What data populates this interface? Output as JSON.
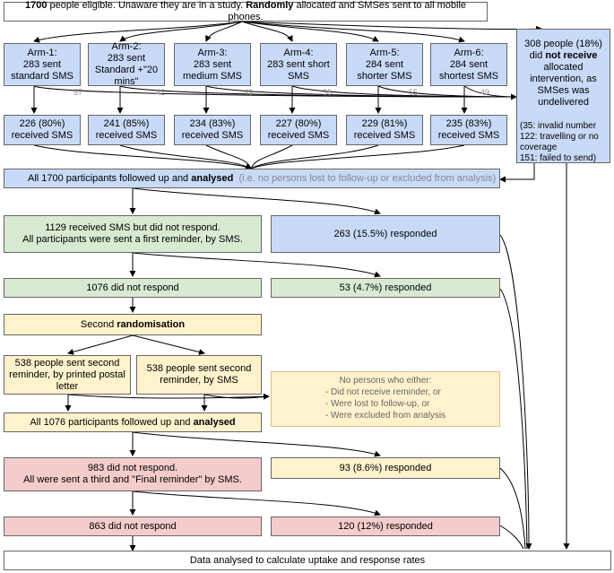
{
  "top": {
    "bold": "1700",
    "t1": " people eligible. Unaware they are in a study. ",
    "bold2": "Randomly",
    "t2": " allocated and SMSes sent to all mobile phones."
  },
  "arms": [
    {
      "name": "Arm-1:",
      "text": "283 sent standard SMS"
    },
    {
      "name": "Arm-2:",
      "text": "283 sent Standard +\"20 mins\""
    },
    {
      "name": "Arm-3:",
      "text": "283 sent medium SMS"
    },
    {
      "name": "Arm-4:",
      "text": "283 sent short SMS"
    },
    {
      "name": "Arm-5:",
      "text": "284 sent shorter SMS"
    },
    {
      "name": "Arm-6:",
      "text": "284 sent shortest SMS"
    }
  ],
  "undelivered_counts": [
    "57",
    "42",
    "49",
    "56",
    "55",
    "49"
  ],
  "received": [
    {
      "count": "226 (80%)",
      "text": "received SMS"
    },
    {
      "count": "241 (85%)",
      "text": "received SMS"
    },
    {
      "count": "234 (83%)",
      "text": "received SMS"
    },
    {
      "count": "227 (80%)",
      "text": "received SMS"
    },
    {
      "count": "229 (81%)",
      "text": "received SMS"
    },
    {
      "count": "235 (83%)",
      "text": "received SMS"
    }
  ],
  "not_receive": {
    "l1": "308 people (18%)",
    "l2": "did ",
    "bold": "not receive",
    "l3": "allocated intervention, as SMSes was undelivered",
    "b1": "(35: invalid number",
    "b2": "122: travelling or no coverage",
    "b3": "151: failed to send)"
  },
  "followup1": {
    "t1": "All 1700 participants followed up and ",
    "bold": "analysed",
    "note": "(i.e. no persons lost to follow-up or excluded from analysis)"
  },
  "no_respond1": {
    "l1": "1129 received SMS but did not respond.",
    "l2": "All participants were sent a first reminder, by SMS."
  },
  "responded1": "263 (15.5%) responded",
  "no_respond2": "1076 did not respond",
  "responded2": "53 (4.7%) responded",
  "second_rand": {
    "t1": "Second ",
    "bold": "randomisation"
  },
  "postal": "538 people sent second reminder, by printed postal letter",
  "sms_reminder": "538 people sent second reminder, by SMS",
  "note": {
    "head": "No persons who either:",
    "items": [
      "Did not receive reminder, or",
      "Were lost to follow-up, or",
      "Were excluded from analysis"
    ]
  },
  "followup2": {
    "t1": "All 1076 participants followed up and ",
    "bold": "analysed"
  },
  "no_respond3": {
    "l1": "983 did not respond.",
    "l2": "All were sent a third and \"Final reminder\" by SMS."
  },
  "responded3": "93 (8.6%) responded",
  "no_respond4": "863 did not respond",
  "responded4": "120 (12%) responded",
  "final": "Data analysed to calculate uptake and response rates"
}
